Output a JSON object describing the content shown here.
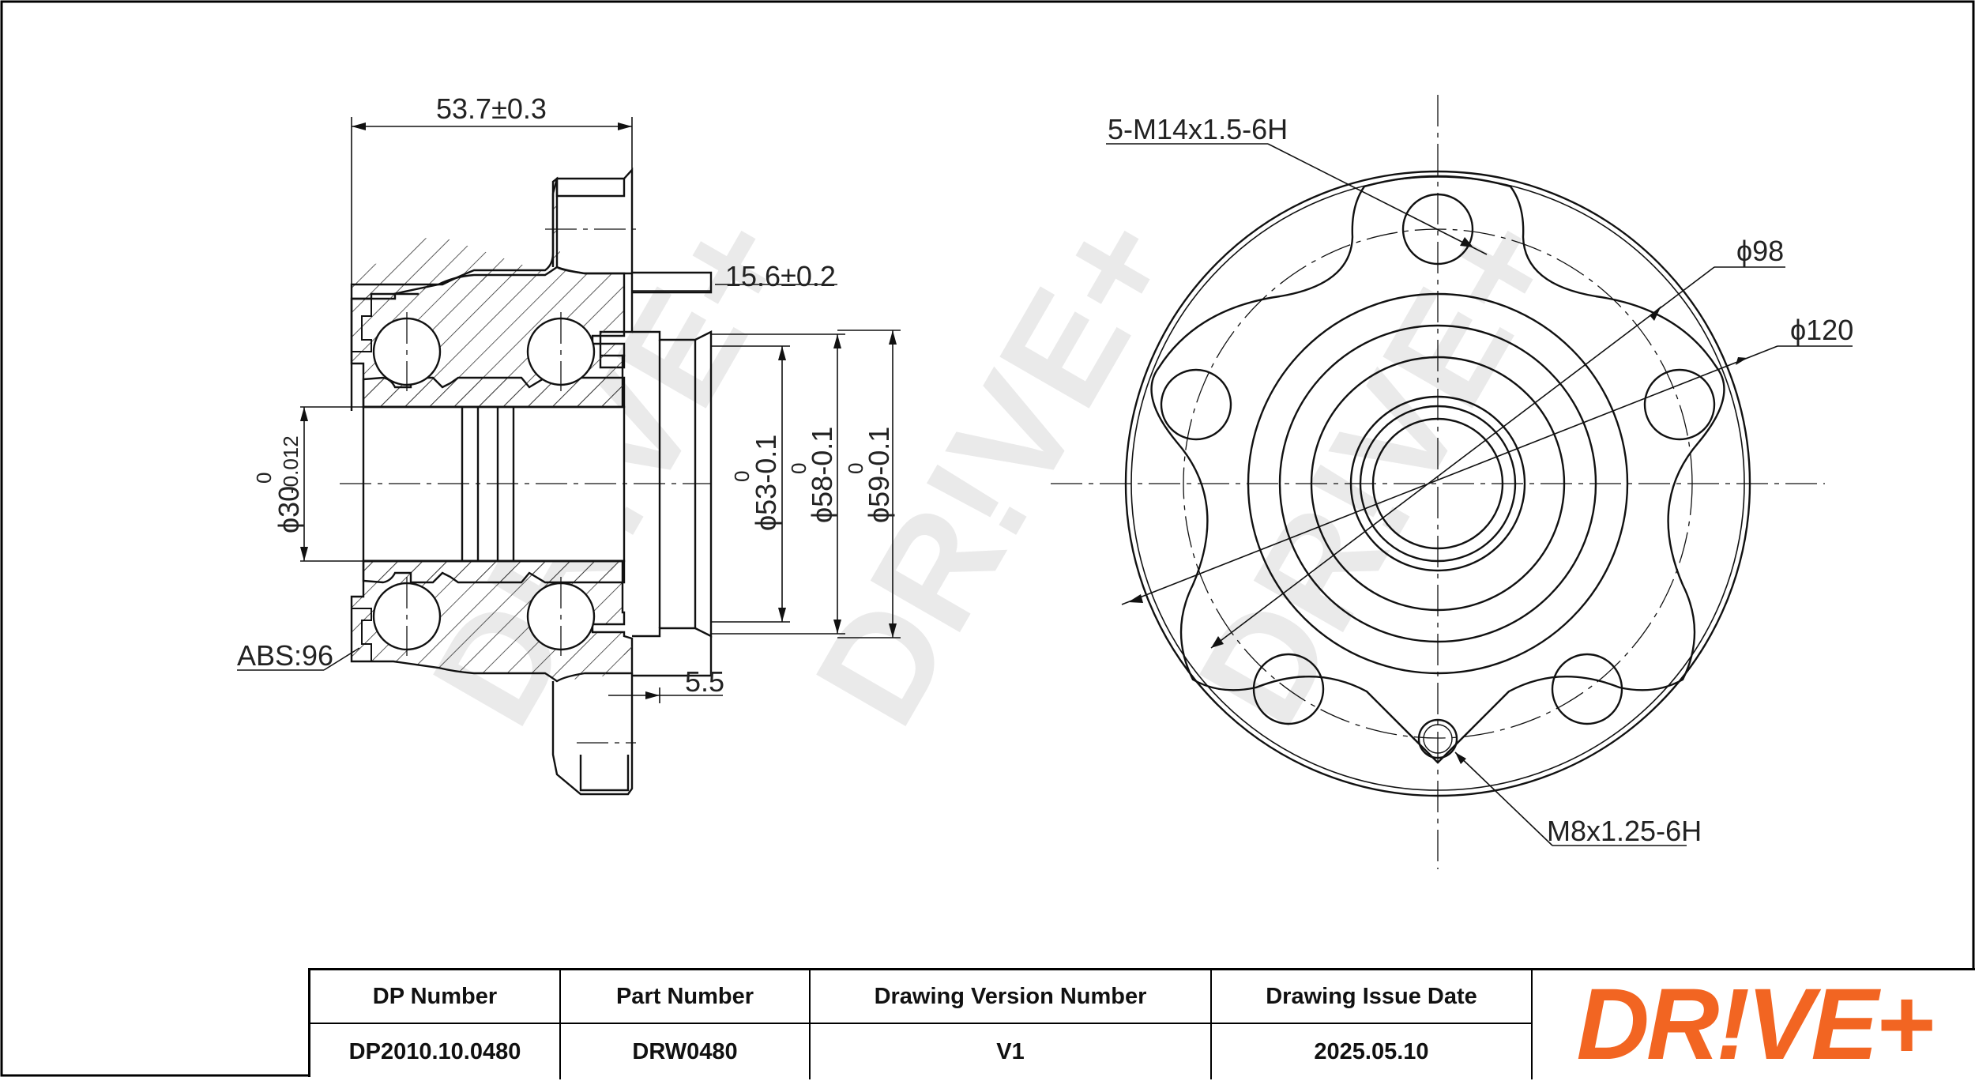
{
  "dimensions": {
    "overall_width": "53.7±0.3",
    "flange_offset": "15.6±0.2",
    "flange_thickness": "5.5",
    "abs": "ABS:96",
    "bore_tol_upper": "0",
    "bore_tol_lower": "-0.012",
    "bore": "ϕ30",
    "d53_tol_upper": "0",
    "d53": "ϕ53-0.1",
    "d58_tol_upper": "0",
    "d58": "ϕ58-0.1",
    "d59_tol_upper": "0",
    "d59": "ϕ59-0.1",
    "bolt_thread": "5-M14x1.5-6H",
    "pcd": "ϕ98",
    "outer_diameter": "ϕ120",
    "small_thread": "M8x1.25-6H"
  },
  "watermark": "DR!VE+",
  "title_block": {
    "headers": [
      "DP Number",
      "Part Number",
      "Drawing Version Number",
      "Drawing Issue Date"
    ],
    "values": [
      "DP2010.10.0480",
      "DRW0480",
      "V1",
      "2025.05.10"
    ],
    "logo": "DR!VE+",
    "logo_color": "#f26522"
  }
}
